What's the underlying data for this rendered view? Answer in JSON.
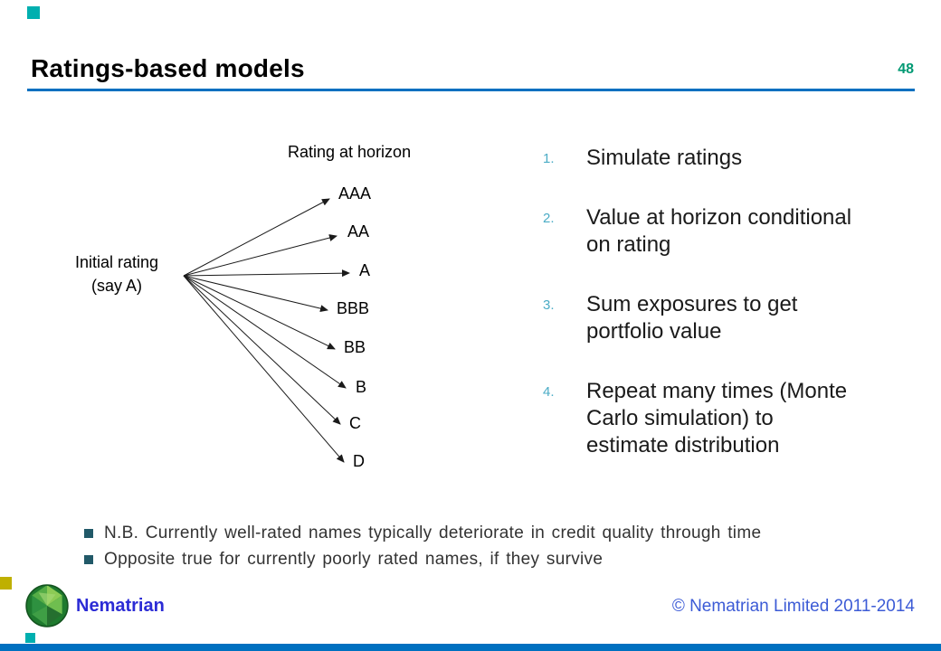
{
  "header": {
    "title": "Ratings-based models",
    "page_number": "48"
  },
  "diagram": {
    "horizon_label": "Rating at horizon",
    "initial_line1": "Initial rating",
    "initial_line2": "(say A)",
    "ratings": [
      "AAA",
      "AA",
      "A",
      "BBB",
      "BB",
      "B",
      "C",
      "D"
    ]
  },
  "steps": [
    {
      "num": "1.",
      "text": "Simulate ratings"
    },
    {
      "num": "2.",
      "text": "Value at horizon conditional\non rating"
    },
    {
      "num": "3.",
      "text": "Sum exposures to get\nportfolio value"
    },
    {
      "num": "4.",
      "text": "Repeat many times (Monte\nCarlo simulation) to\nestimate distribution"
    }
  ],
  "notes": [
    "N.B. Currently well-rated names typically deteriorate in credit quality through time",
    "Opposite true for currently poorly rated names, if they survive"
  ],
  "footer": {
    "brand": "Nematrian",
    "copyright": "© Nematrian Limited 2011-2014"
  },
  "colors": {
    "teal_square": "#00AFAF",
    "page_number_green": "#009973",
    "rule_blue": "#0070C0",
    "step_number_blue": "#4BACC6",
    "bullet_teal": "#215968",
    "brand_blue": "#2B2BD5",
    "copyright_blue": "#3C5BD6",
    "bottom_bar_blue": "#0070C0",
    "yellow_square": "#BFB000"
  }
}
